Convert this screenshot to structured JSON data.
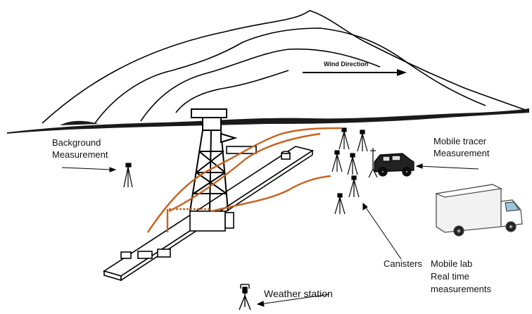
{
  "labels": {
    "wind_direction": "Wind Direction",
    "background_1": "Background",
    "background_2": "Measurement",
    "mobile_tracer_1": "Mobile tracer",
    "mobile_tracer_2": "Measurement",
    "canisters": "Canisters",
    "mobile_lab_1": "Mobile lab",
    "mobile_lab_2": "Real time",
    "mobile_lab_3": "measurements",
    "weather_station": "Weather station"
  },
  "colors": {
    "line": "#000000",
    "plume": "#c8621e",
    "ground": "#1a1a1a"
  }
}
